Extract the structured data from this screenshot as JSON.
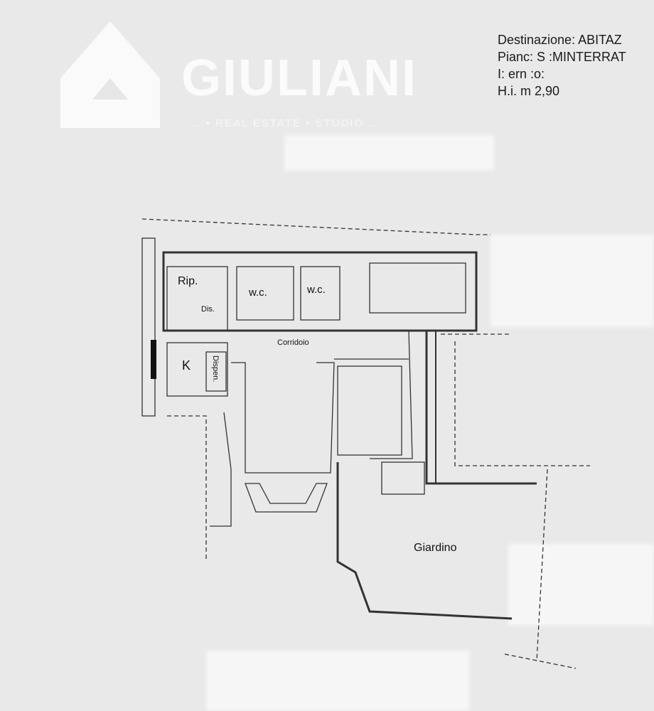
{
  "header": {
    "line1": "Destinazione: ABITAZ",
    "line2": "Pianc: S :MINTERRAT",
    "line3": "I:  ern :o:",
    "line4": "H.i.    m    2,90"
  },
  "watermark": {
    "name": "GIULIANI",
    "tagline": "...   •   REAL ESTATE   •   STUDIO ..."
  },
  "rooms": {
    "rip": "Rip.",
    "wc1": "w.c.",
    "wc2": "w.c.",
    "dis": "Dis.",
    "corridoio": "Corridoio",
    "k": "K",
    "dispen": "Dispen.",
    "giardino": "Giardino"
  }
}
